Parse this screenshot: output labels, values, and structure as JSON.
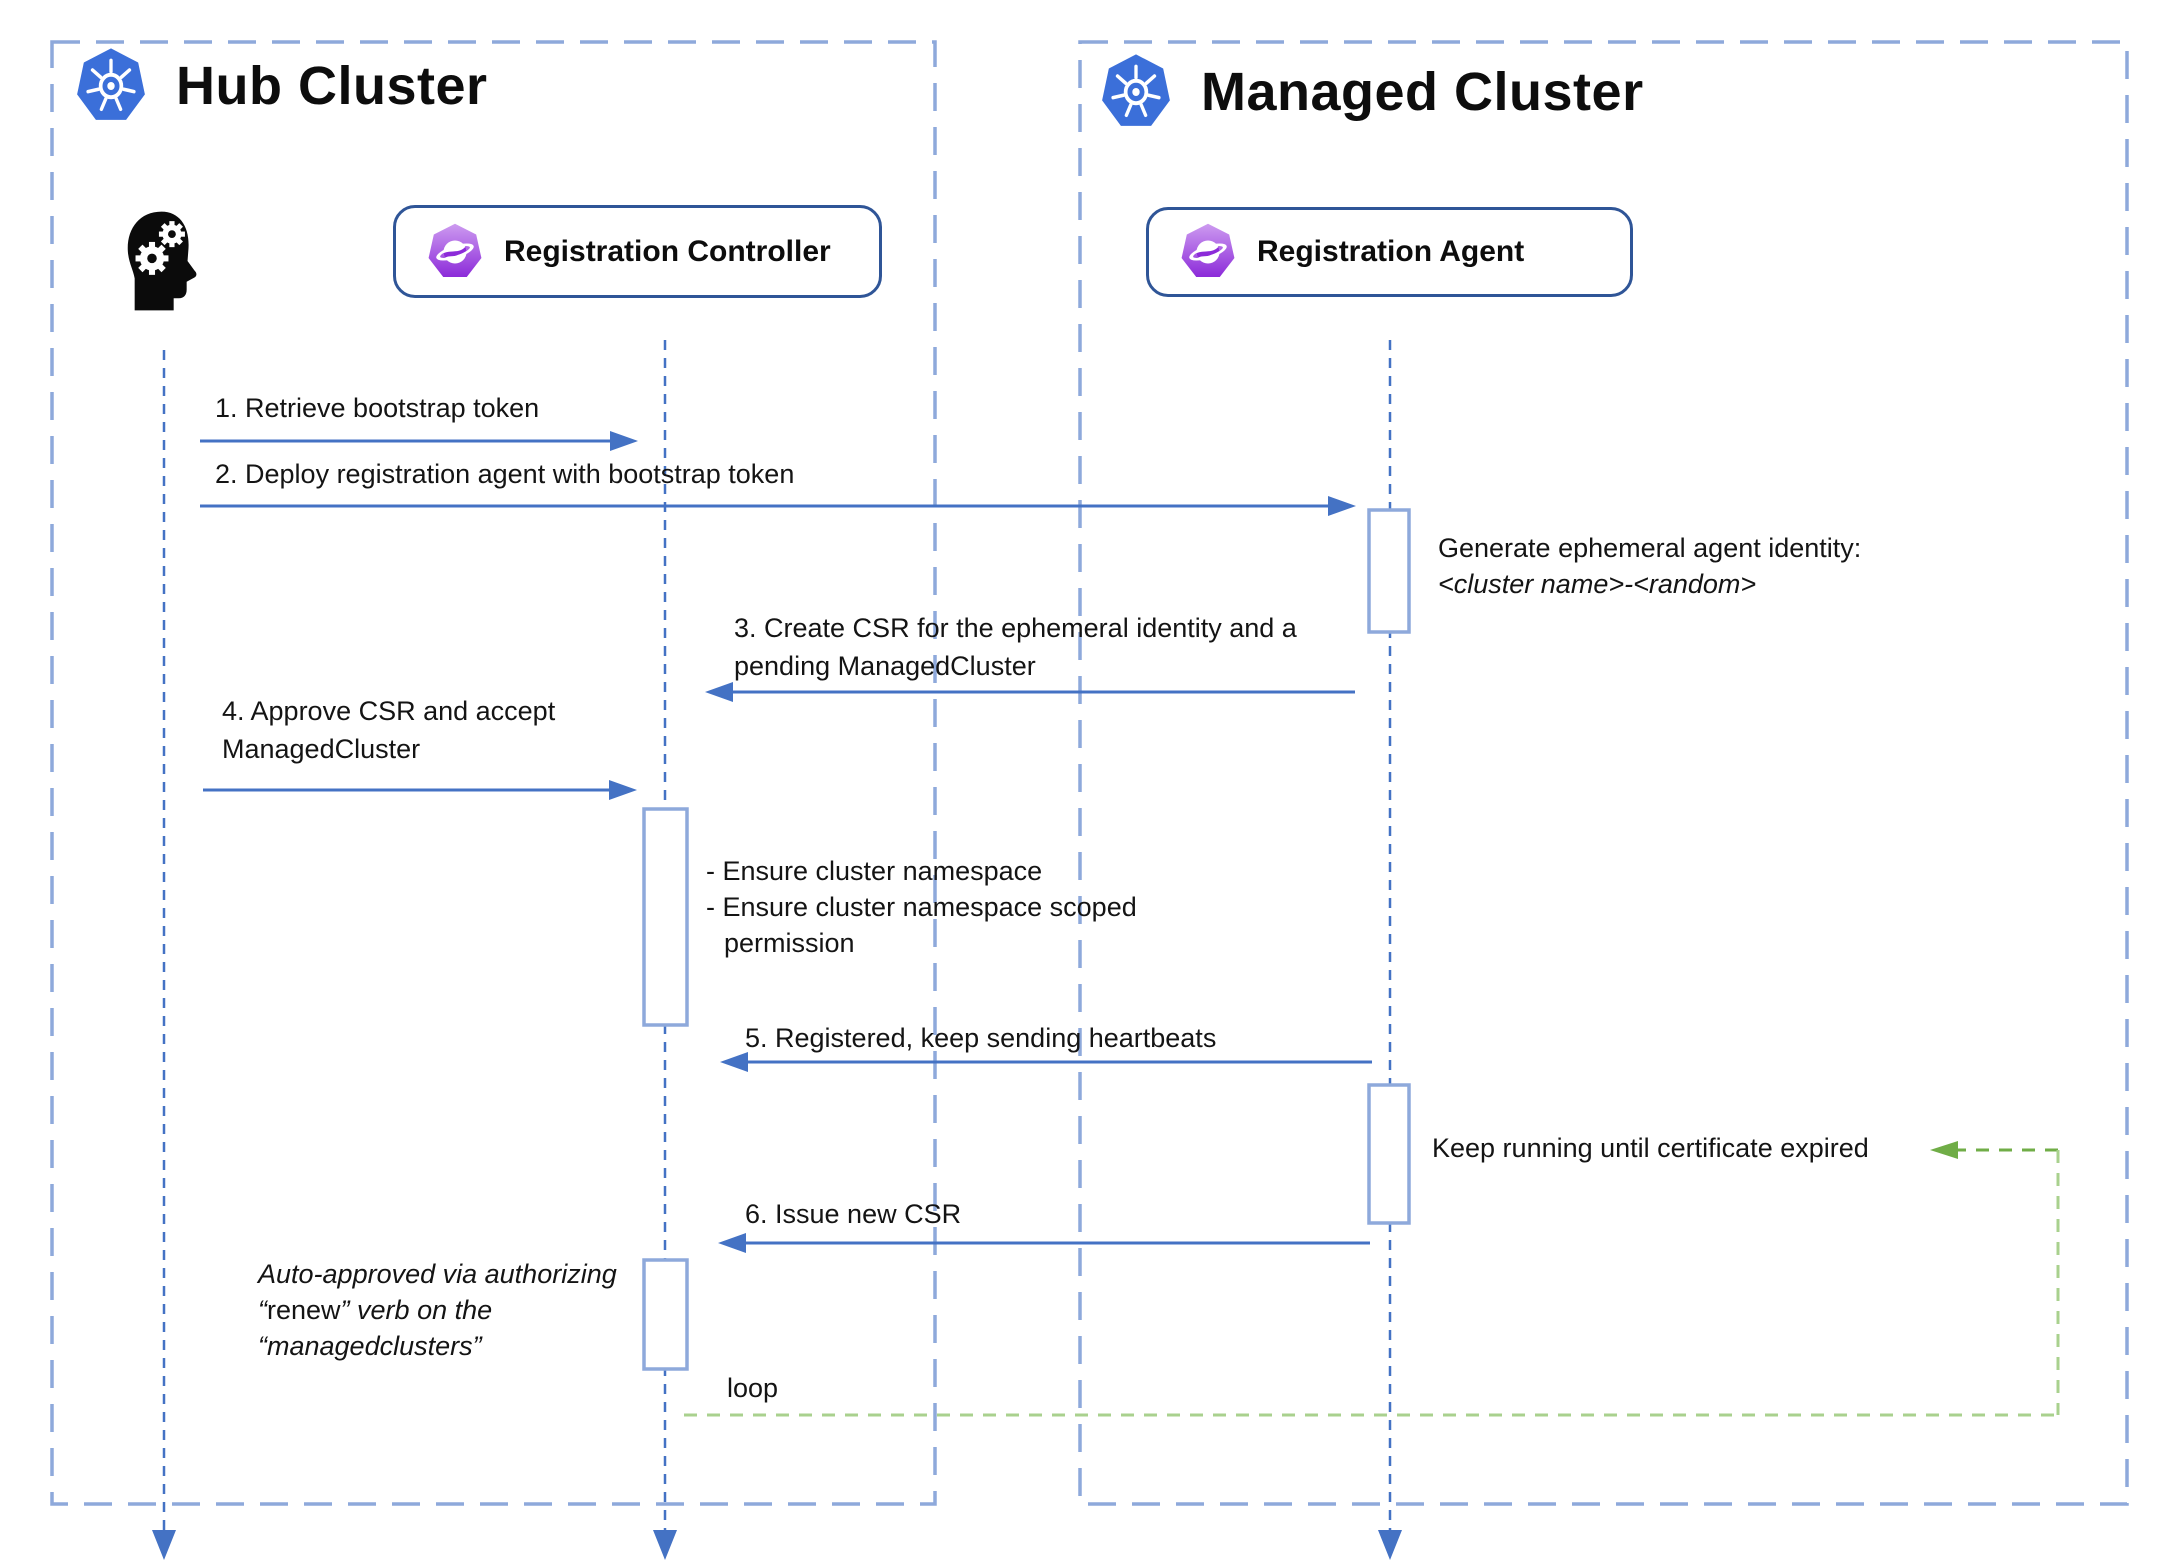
{
  "hub": {
    "title": "Hub Cluster"
  },
  "managed": {
    "title": "Managed Cluster"
  },
  "actors": {
    "controller": {
      "label": "Registration Controller"
    },
    "agent": {
      "label": "Registration Agent"
    }
  },
  "messages": {
    "m1": "1. Retrieve bootstrap token",
    "m2": "2. Deploy registration agent with bootstrap token",
    "m3a": "3. Create CSR for the ephemeral identity and a",
    "m3b": "pending ManagedCluster",
    "m4a": "4. Approve CSR and accept",
    "m4b": "ManagedCluster",
    "m5": "5. Registered, keep sending heartbeats",
    "m6": "6. Issue new CSR"
  },
  "notes": {
    "identity_title": "Generate ephemeral agent identity:",
    "identity_value": "<cluster name>-<random>",
    "ensure1": "- Ensure cluster namespace",
    "ensure2": "- Ensure cluster namespace scoped",
    "ensure3": "permission",
    "keep_running": "Keep running until certificate expired",
    "auto1": "Auto-approved via authorizing",
    "auto2_open": "“",
    "auto2_word": "renew",
    "auto2_rest": "” verb on the",
    "auto3": "“managedclusters”"
  },
  "loop": {
    "label": "loop"
  },
  "icons": {
    "hub_logo": "kubernetes-logo",
    "managed_logo": "kubernetes-logo",
    "admin": "head-with-gears-icon",
    "controller": "ocm-planet-icon",
    "agent": "ocm-planet-icon"
  },
  "colors": {
    "message_arrow_blue": "#4472C4",
    "boundary_dash_blue": "#8EA9DB",
    "actor_border_blue": "#2F5597",
    "loop_line_green": "#A9D18E",
    "return_arrow_green": "#70AD47",
    "kubernetes_blue": "#3B6FD9",
    "ocm_purple": "#9333EA"
  }
}
